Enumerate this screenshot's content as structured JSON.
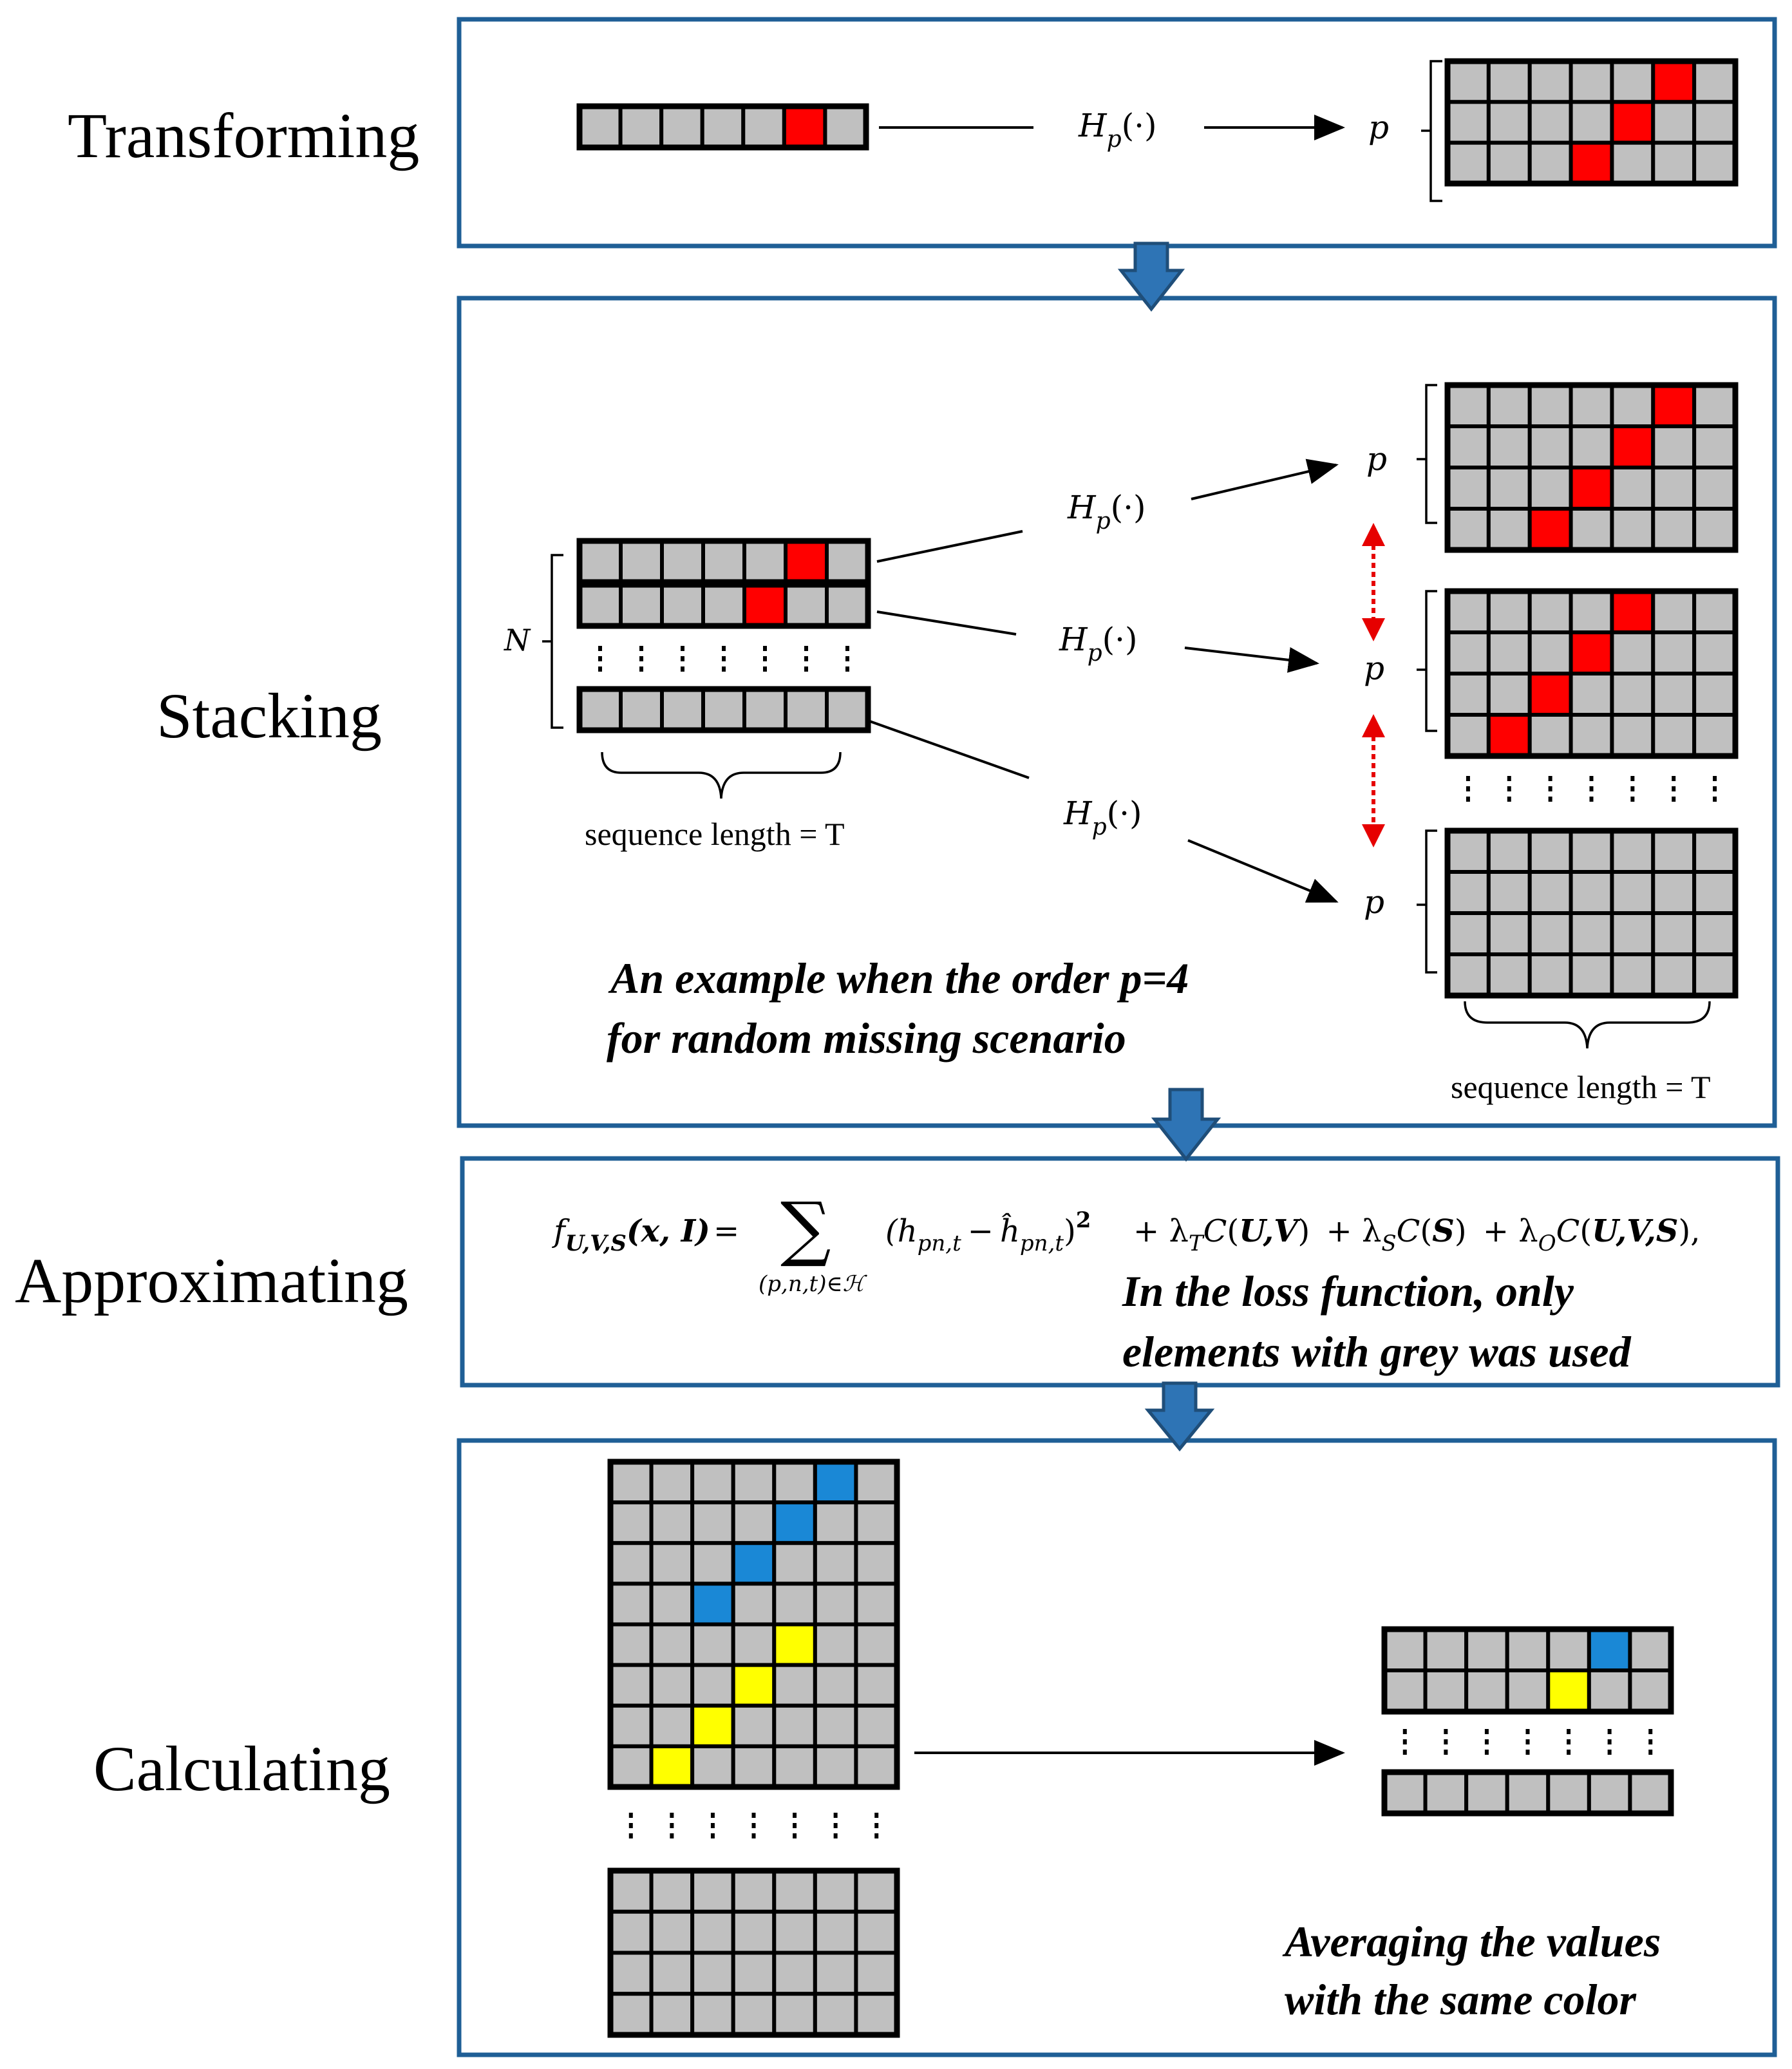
{
  "stages": {
    "transforming": "Transforming",
    "stacking": "Stacking",
    "approximating": "Approximating",
    "calculating": "Calculating"
  },
  "operator": {
    "base": "H",
    "subscript": "p",
    "argument": "(·)"
  },
  "order_symbol": "p",
  "n_symbol": "N",
  "sequence_label": "sequence length = T",
  "stacking_note": [
    "An example when the order p=4",
    "for random missing scenario"
  ],
  "loss_note": [
    "In the loss function, only",
    "elements with grey was used"
  ],
  "averaging_note": [
    "Averaging the values",
    "with the same color"
  ],
  "loss_formula": {
    "lhs": "f",
    "lhs_sub": "U,V,S",
    "lhs_args": "(x, I)",
    "equals": "=",
    "sum": "∑",
    "sum_sub": "(p,n,t)∈ℋ",
    "term": "(h",
    "term_sub": "pn,t",
    "minus": "−",
    "hat_term": "ĥ",
    "hat_sub": "pn,t",
    "close": ")",
    "power": "2",
    "reg_terms": [
      {
        "lambda_sub": "T",
        "fn": "C",
        "args": "U,V"
      },
      {
        "lambda_sub": "S",
        "fn": "C",
        "args": "S"
      },
      {
        "lambda_sub": "O",
        "fn": "C",
        "args": "U,V,S"
      }
    ],
    "end": ","
  },
  "colors": {
    "frame": "#1f5f96",
    "cell_grey": "#c0c0c0",
    "cell_red": "#ff0000",
    "cell_blue": "#1a88d6",
    "cell_yellow": "#ffff00",
    "down_arrow": "#2e74b5",
    "dotted_arrow": "#e60000"
  },
  "grids": {
    "columns": 7,
    "input_row_red_col": 5,
    "transform_red_cols": [
      5,
      4,
      3
    ],
    "stack_input_rows": [
      [
        5
      ],
      [
        4
      ],
      []
    ],
    "stack_outputs": [
      {
        "rows": 4,
        "red_cols": [
          5,
          4,
          3,
          2
        ]
      },
      {
        "rows": 4,
        "red_cols": [
          4,
          3,
          2,
          1
        ]
      },
      {
        "rows": 4,
        "red_cols": []
      }
    ],
    "calc_left_rows": 8,
    "calc_blue_cols": [
      5,
      4,
      3,
      2
    ],
    "calc_yellow_cols": [
      4,
      3,
      2,
      1
    ],
    "calc_left_bottom_rows": 4,
    "calc_result_top": [
      {
        "blue": 5
      },
      {
        "yellow": 4
      }
    ]
  }
}
